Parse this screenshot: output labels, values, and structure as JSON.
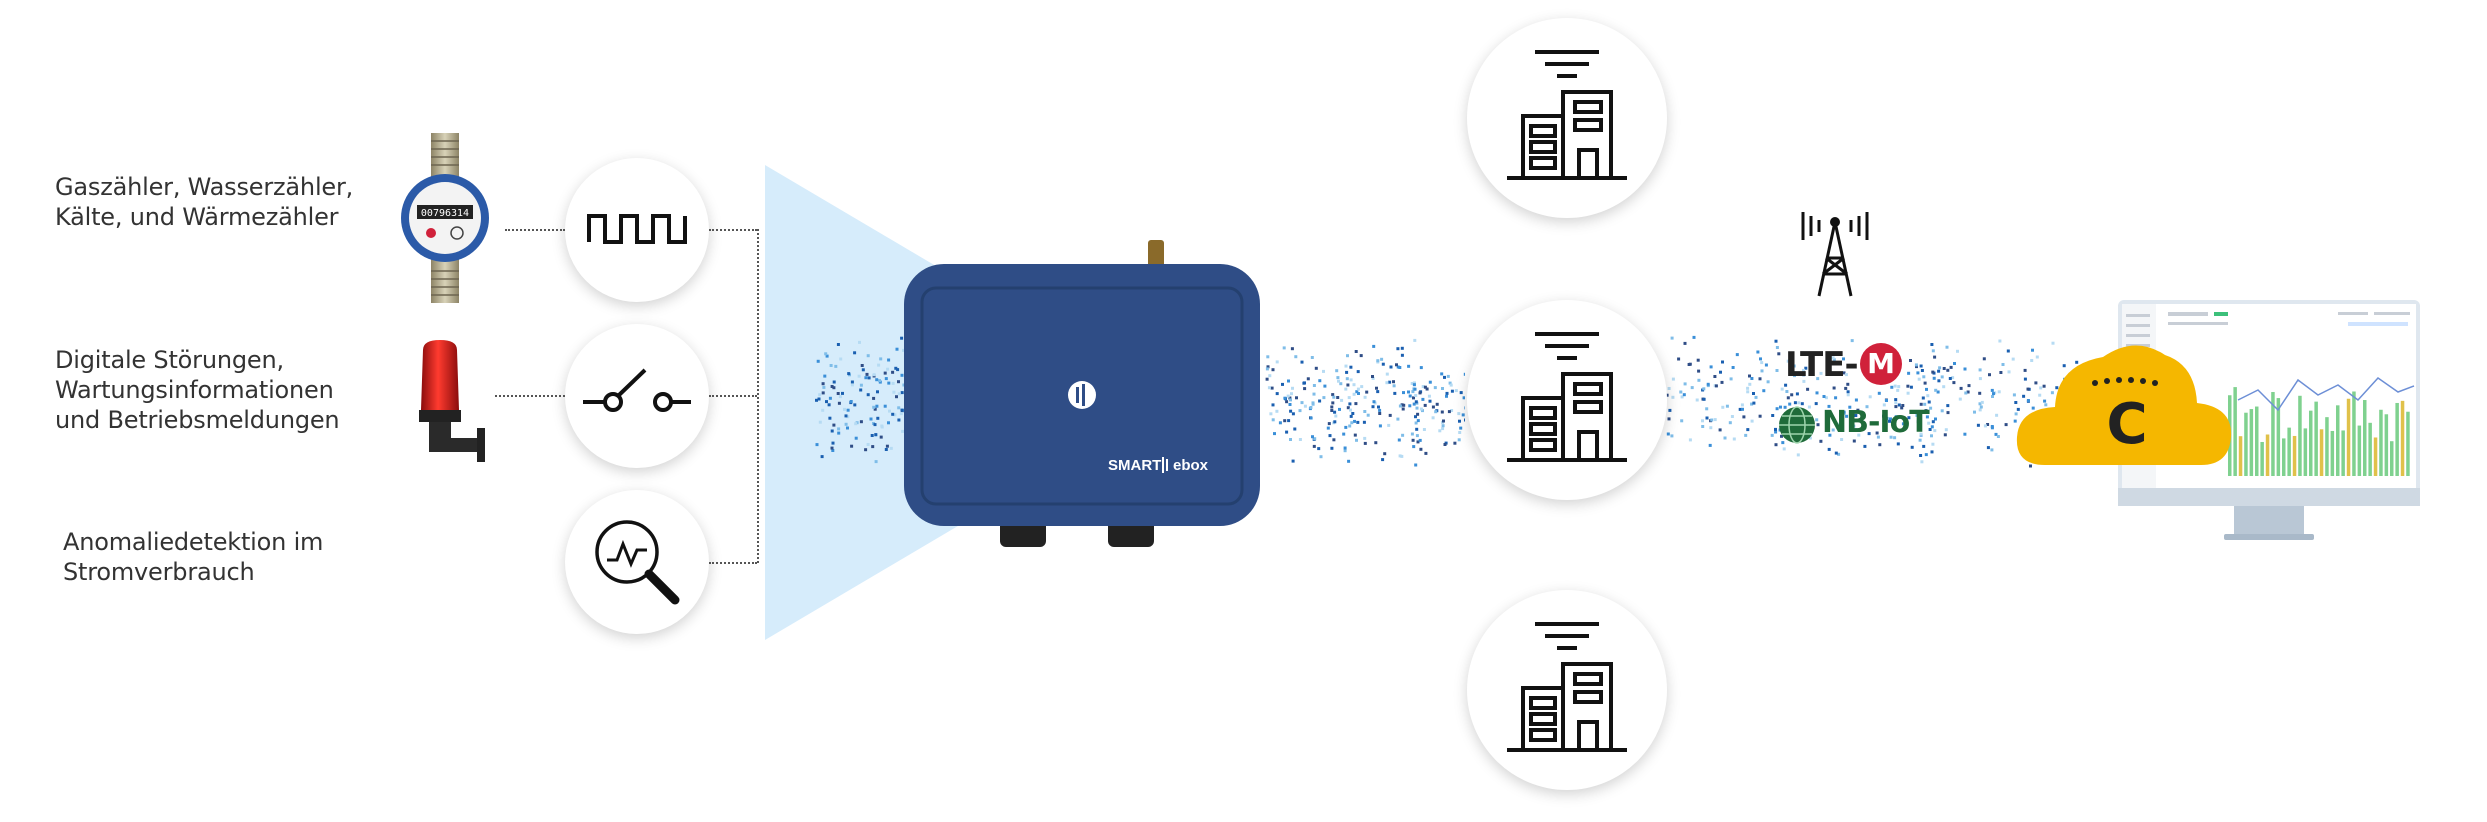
{
  "sources": [
    {
      "line1": "Gaszähler, Wasserzähler,",
      "line2": "Kälte, und Wärmezähler",
      "line3": ""
    },
    {
      "line1": "Digitale Störungen,",
      "line2": "Wartungsinformationen",
      "line3": "und Betriebsmeldungen"
    },
    {
      "line1": "Anomaliedetektion im",
      "line2": "Stromverbrauch",
      "line3": ""
    }
  ],
  "meter_digits": "00796314",
  "device": {
    "brand_smart": "SMART",
    "brand_ebox": "ebox"
  },
  "network": {
    "lte_label": "LTE-",
    "lte_badge": "M",
    "nbiot_label": "NB-IoT"
  },
  "cloud": {
    "letter": "C"
  },
  "colors": {
    "device_blue": "#2f4d86",
    "cloud_yellow": "#f5b700",
    "beam": "#d6ecfb",
    "lte_red": "#d0213a",
    "nbiot_green": "#1f6b3a"
  }
}
